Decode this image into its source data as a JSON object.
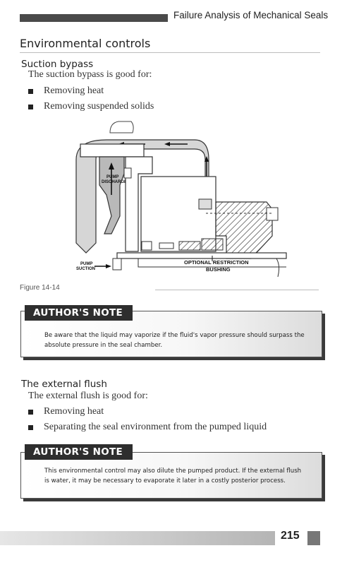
{
  "header": {
    "running_title": "Failure Analysis of Mechanical Seals"
  },
  "section": {
    "title": "Environmental controls"
  },
  "suction_bypass": {
    "heading": "Suction bypass",
    "intro": "The suction bypass is good for:",
    "bullets": [
      "Removing heat",
      "Removing suspended solids"
    ]
  },
  "figure": {
    "labels": {
      "pump_discharge_1": "PUMP",
      "pump_discharge_2": "DISCHARGE",
      "pump_suction_1": "PUMP",
      "pump_suction_2": "SUCTION",
      "restriction_1": "OPTIONAL RESTRICTION",
      "restriction_2": "BUSHING"
    },
    "caption": "Figure 14-14"
  },
  "note1": {
    "heading": "AUTHOR'S NOTE",
    "line1": "Be aware that the liquid may vaporize if the fluid's vapor pressure should surpass the",
    "line2": "absolute pressure in the seal chamber."
  },
  "external_flush": {
    "heading": "The external flush",
    "intro": "The external flush is good for:",
    "bullets": [
      "Removing heat",
      "Separating the seal environment from the pumped liquid"
    ]
  },
  "note2": {
    "heading": "AUTHOR'S NOTE",
    "line1": "This environmental control may also dilute the pumped product. If the external flush",
    "line2": "is water, it may be necessary to evaporate it later in a costly posterior process."
  },
  "footer": {
    "page_number": "215"
  }
}
